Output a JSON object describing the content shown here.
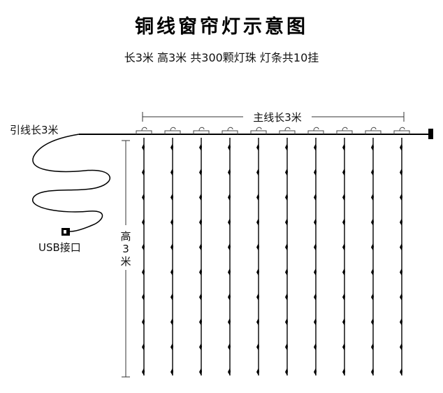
{
  "title": "铜线窗帘灯示意图",
  "subtitle": "长3米 高3米 共300颗灯珠 灯条共10挂",
  "labels": {
    "lead_wire": "引线长3米",
    "main_wire": "主线长3米",
    "usb": "USB接口",
    "height_chars": [
      "高",
      "3",
      "米"
    ]
  },
  "strands": {
    "count": 10,
    "beads_per_strand": 10
  },
  "colors": {
    "line": "#000000",
    "text": "#111111",
    "background": "#ffffff"
  }
}
